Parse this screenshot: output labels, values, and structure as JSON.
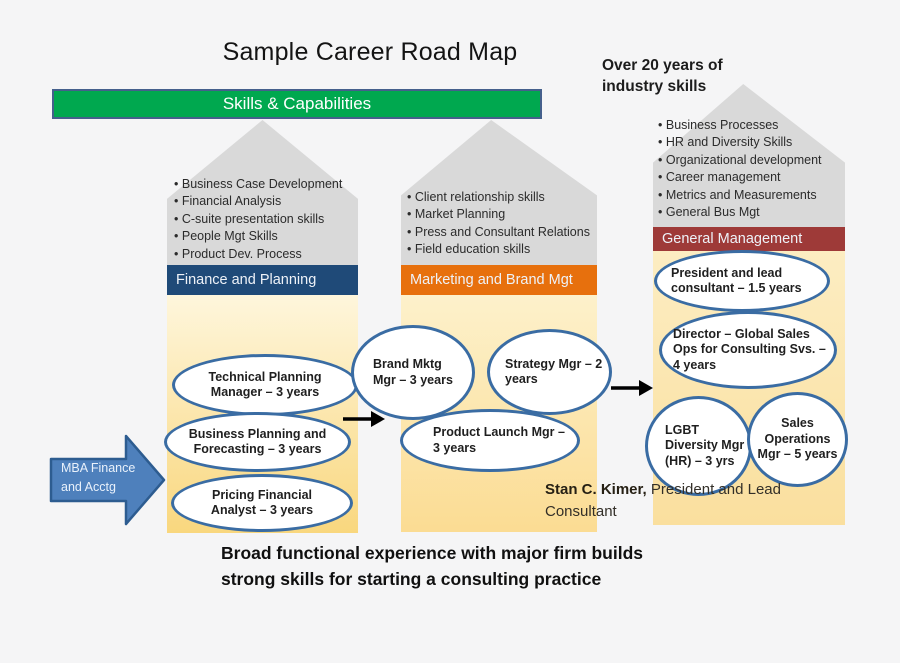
{
  "title": "Sample Career Road Map",
  "banner": {
    "label": "Skills & Capabilities"
  },
  "note": {
    "line1": "Over 20 years of",
    "line2": "industry skills"
  },
  "columns": [
    {
      "header": "Finance and Planning",
      "skills": [
        "Business Case Development",
        "Financial Analysis",
        "C-suite presentation skills",
        "People Mgt Skills",
        "Product Dev. Process"
      ],
      "roles": [
        "Technical Planning Manager – 3 years",
        "Business Planning and Forecasting – 3 years",
        "Pricing Financial Analyst – 3 years"
      ]
    },
    {
      "header": "Marketing and Brand Mgt",
      "skills": [
        "Client relationship skills",
        "Market Planning",
        "Press and Consultant Relations",
        "Field education skills"
      ],
      "roles": [
        "Brand Mktg Mgr – 3 years",
        "Strategy Mgr – 2 years",
        "Product Launch Mgr – 3 years"
      ]
    },
    {
      "header": "General Management",
      "skills": [
        "Business Processes",
        "HR and Diversity Skills",
        "Organizational development",
        "Career management",
        "Metrics and Measurements",
        "General Bus Mgt"
      ],
      "roles": [
        "President and lead consultant – 1.5 years",
        "Director – Global Sales Ops for Consulting Svs. – 4 years",
        "LGBT Diversity Mgr (HR) – 3 yrs",
        "Sales Operations Mgr – 5 years"
      ]
    }
  ],
  "mba_arrow": {
    "line1": "MBA Finance",
    "line2": "and Acctg"
  },
  "credit": {
    "name": "Stan C. Kimer,",
    "role": " President and Lead Consultant"
  },
  "footer": {
    "line1": "Broad functional experience with major firm builds",
    "line2": "strong skills for starting a consulting practice"
  },
  "colors": {
    "banner_green": "#00a84f",
    "banner_border": "#45608c",
    "finance_blue": "#1f4a78",
    "marketing_orange": "#e7700d",
    "general_red": "#9e3a38",
    "house_gray": "#d9d9d9",
    "column_yellow_top": "#fdf1cb",
    "column_yellow_bottom": "#f9d77e",
    "oval_border_blue": "#3a6ca3",
    "mba_arrow_blue": "#4e80bc",
    "mba_arrow_border": "#2d5c90"
  }
}
